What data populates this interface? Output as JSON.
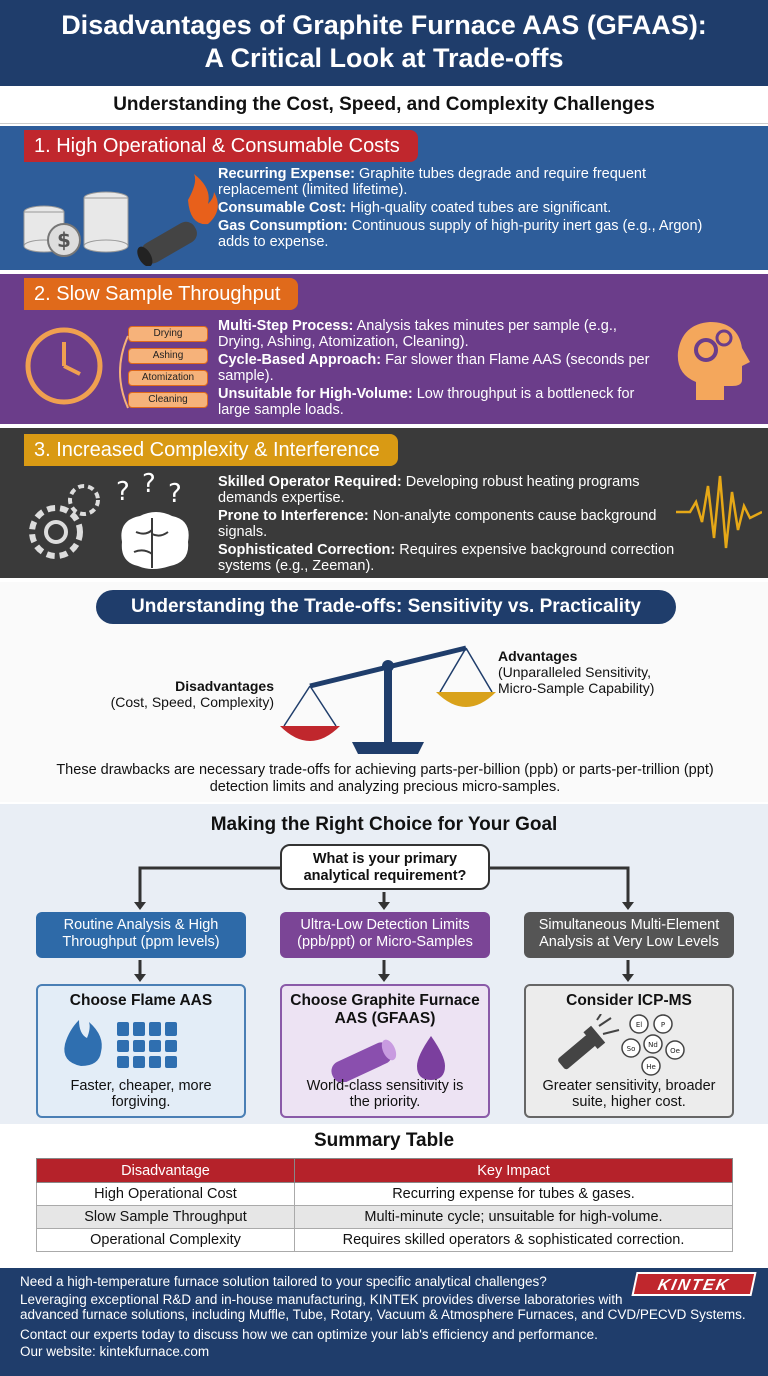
{
  "header": {
    "title_line1": "Disadvantages of Graphite Furnace AAS (GFAAS):",
    "title_line2": "A Critical Look at Trade-offs",
    "subtitle": "Understanding the Cost, Speed, and Complexity Challenges"
  },
  "sections": [
    {
      "title": "1. High Operational & Consumable Costs",
      "points": [
        {
          "term": "Recurring Expense:",
          "text": " Graphite tubes degrade and require frequent replacement (limited lifetime)."
        },
        {
          "term": "Consumable Cost:",
          "text": " High-quality coated tubes are significant."
        },
        {
          "term": "Gas Consumption:",
          "text": " Continuous supply of high-purity inert gas (e.g., Argon) adds to expense."
        }
      ]
    },
    {
      "title": "2. Slow Sample Throughput",
      "steps": [
        "Drying",
        "Ashing",
        "Atomization",
        "Cleaning"
      ],
      "points": [
        {
          "term": "Multi-Step Process:",
          "text": " Analysis takes minutes per sample (e.g., Drying, Ashing, Atomization, Cleaning)."
        },
        {
          "term": "Cycle-Based Approach:",
          "text": " Far slower than Flame AAS (seconds per sample)."
        },
        {
          "term": "Unsuitable for High-Volume:",
          "text": " Low throughput is a bottleneck for large sample loads."
        }
      ]
    },
    {
      "title": "3. Increased Complexity & Interference",
      "points": [
        {
          "term": "Skilled Operator Required:",
          "text": " Developing robust heating programs demands expertise."
        },
        {
          "term": "Prone to Interference:",
          "text": " Non-analyte components cause background signals."
        },
        {
          "term": "Sophisticated Correction:",
          "text": " Requires expensive background correction systems (e.g., Zeeman)."
        }
      ]
    }
  ],
  "tradeoff": {
    "title": "Understanding the Trade-offs: Sensitivity vs. Practicality",
    "disadvantages_label": "Disadvantages",
    "disadvantages_sub": "(Cost, Speed, Complexity)",
    "advantages_label": "Advantages",
    "advantages_sub1": "(Unparalleled Sensitivity,",
    "advantages_sub2": "Micro-Sample Capability)",
    "text": "These drawbacks are necessary trade-offs for achieving parts-per-billion (ppb) or parts-per-trillion (ppt) detection limits and analyzing precious micro-samples."
  },
  "decision": {
    "title": "Making the Right Choice for Your Goal",
    "question_line1": "What is your primary",
    "question_line2": "analytical requirement?",
    "options": [
      {
        "req1": "Routine Analysis & High",
        "req2": "Throughput (ppm levels)",
        "choice": "Choose Flame AAS",
        "choice2": "",
        "desc1": "Faster, cheaper, more",
        "desc2": "forgiving."
      },
      {
        "req1": "Ultra-Low Detection Limits",
        "req2": "(ppb/ppt) or Micro-Samples",
        "choice": "Choose Graphite Furnace",
        "choice2": "AAS (GFAAS)",
        "desc1": "World-class sensitivity is",
        "desc2": "the priority."
      },
      {
        "req1": "Simultaneous Multi-Element",
        "req2": "Analysis at Very Low Levels",
        "choice": "Consider ICP-MS",
        "choice2": "",
        "desc1": "Greater sensitivity, broader",
        "desc2": "suite, higher cost."
      }
    ],
    "element_symbols": [
      "El",
      "P",
      "Nd",
      "So",
      "Oe",
      "He"
    ]
  },
  "summary": {
    "title": "Summary Table",
    "headers": [
      "Disadvantage",
      "Key Impact"
    ],
    "rows": [
      [
        "High Operational Cost",
        "Recurring expense for tubes & gases."
      ],
      [
        "Slow Sample Throughput",
        "Multi-minute cycle; unsuitable for high-volume."
      ],
      [
        "Operational Complexity",
        "Requires skilled operators & sophisticated correction."
      ]
    ]
  },
  "footer": {
    "line1": "Need a high-temperature furnace solution tailored to your specific analytical challenges?",
    "line2": "Leveraging exceptional R&D and in-house manufacturing, KINTEK provides diverse laboratories with",
    "line3": "advanced furnace solutions, including Muffle, Tube, Rotary, Vacuum & Atmosphere Furnaces, and CVD/PECVD Systems.",
    "line4": "Contact our experts today to discuss how we can optimize your lab's efficiency and performance.",
    "line5": "Our website: kintekfurnace.com",
    "logo": "KINTEK"
  },
  "colors": {
    "navy": "#1f3d6b",
    "section1": "#2e5d9a",
    "section2": "#6b3d8a",
    "section3": "#3a3a3a",
    "red": "#c0272d",
    "orange": "#e06a1b",
    "gold": "#d99a14"
  }
}
